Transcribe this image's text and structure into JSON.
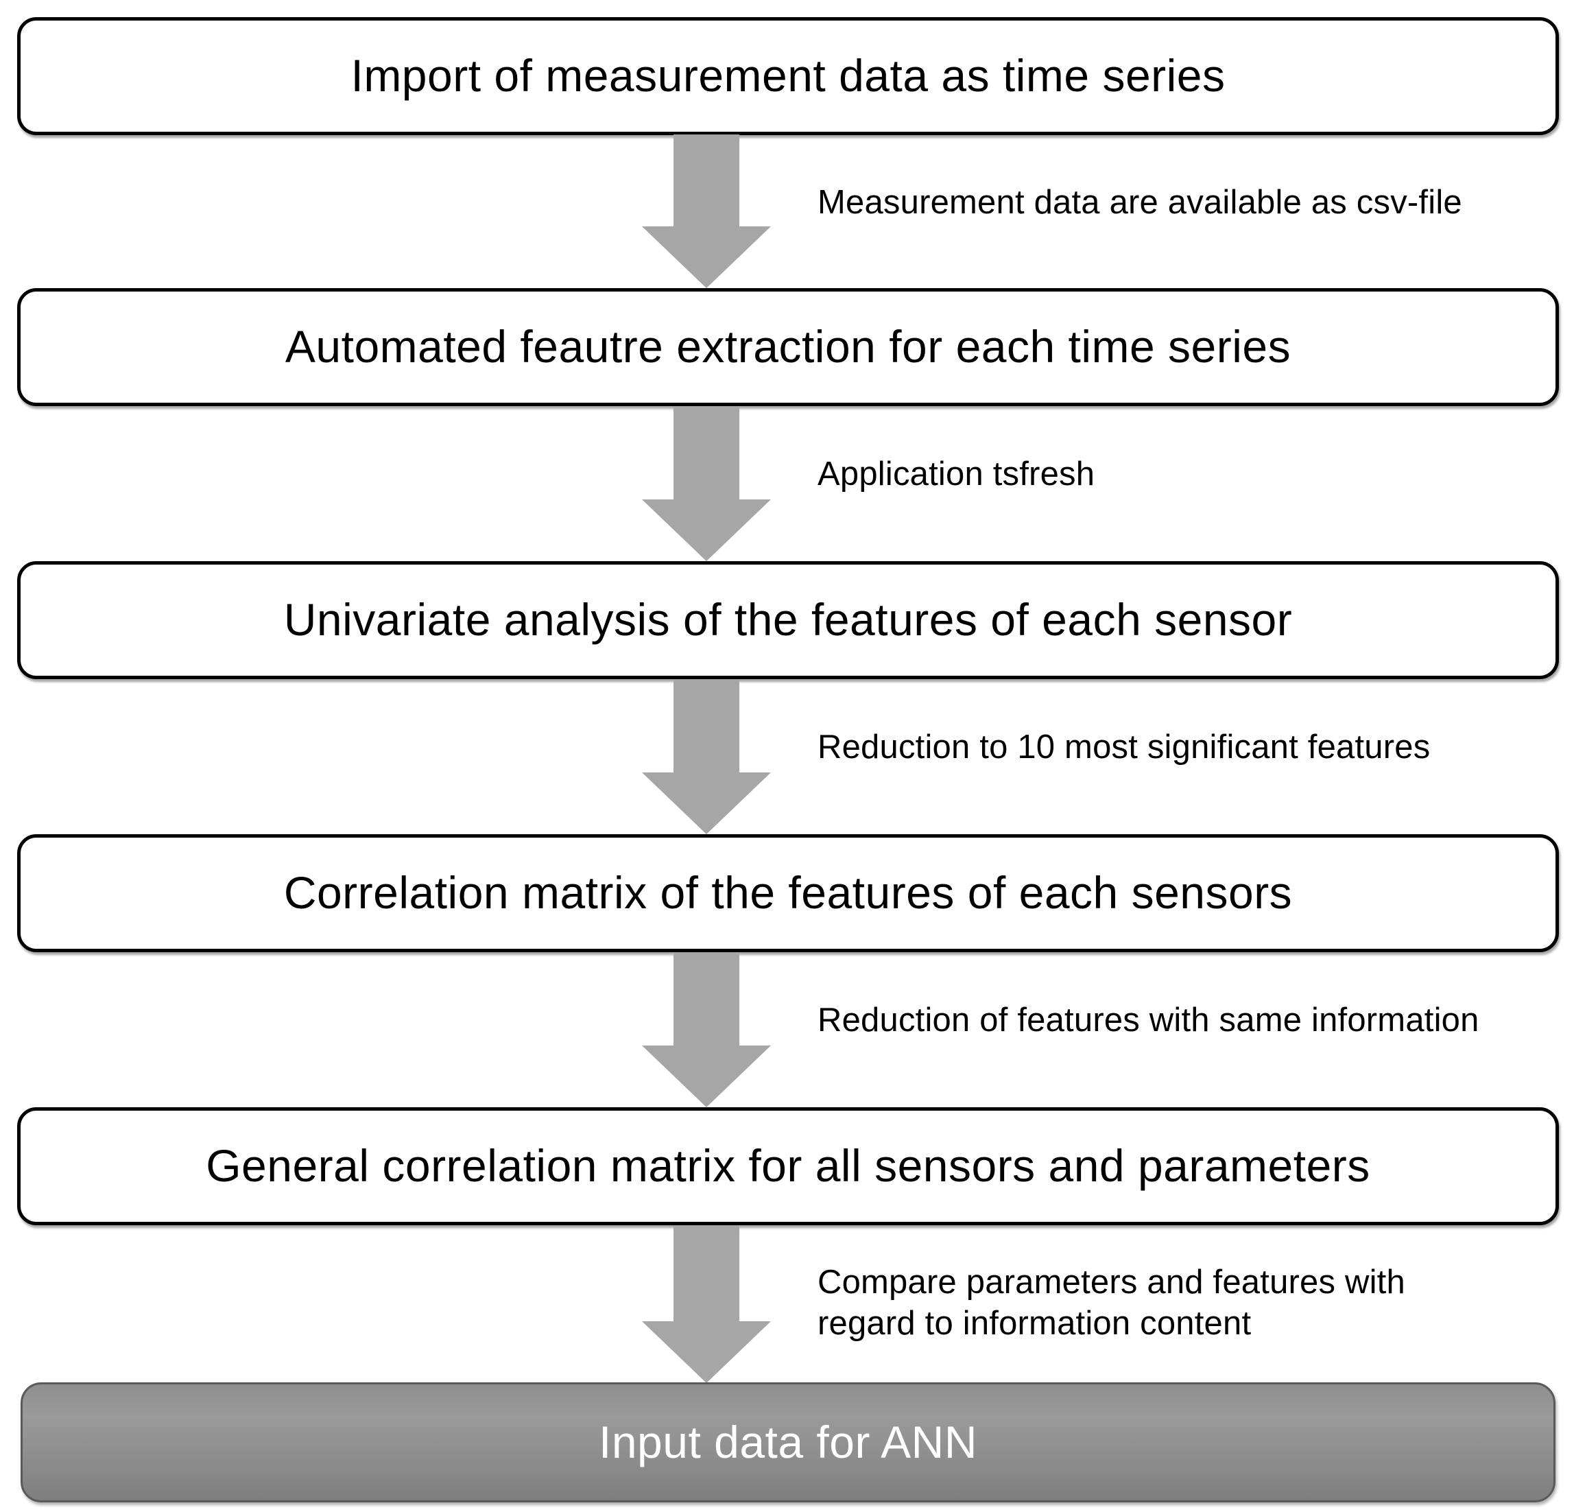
{
  "diagram": {
    "type": "flowchart",
    "orientation": "vertical",
    "colors": {
      "box_border": "#000000",
      "box_fill": "#ffffff",
      "arrow_fill": "#a6a6a6",
      "terminal_fill": "#8c8c8c",
      "terminal_text": "#ffffff",
      "text": "#000000"
    },
    "nodes": [
      {
        "id": "import",
        "label": "Import of measurement data as time series",
        "style": "process"
      },
      {
        "id": "extraction",
        "label": "Automated  feautre  extraction  for each  time  series",
        "style": "process"
      },
      {
        "id": "univariate",
        "label": "Univariate  analysis  of the  features  of each  sensor",
        "style": "process"
      },
      {
        "id": "corr_matrix",
        "label": "Correlation  matrix  of the  features  of each  sensors",
        "style": "process"
      },
      {
        "id": "general_matrix",
        "label": "General  correlation  matrix for all  sensors and  parameters",
        "style": "process"
      },
      {
        "id": "ann_input",
        "label": "Input  data for ANN",
        "style": "terminal"
      }
    ],
    "edges": [
      {
        "from": "import",
        "to": "extraction",
        "label": "Measurement data are available  as csv-file",
        "icon": "down-arrow-icon"
      },
      {
        "from": "extraction",
        "to": "univariate",
        "label": "Application  tsfresh",
        "icon": "down-arrow-icon"
      },
      {
        "from": "univariate",
        "to": "corr_matrix",
        "label": "Reduction to 10 most significant  features",
        "icon": "down-arrow-icon"
      },
      {
        "from": "corr_matrix",
        "to": "general_matrix",
        "label": "Reduction of features with  same information",
        "icon": "down-arrow-icon"
      },
      {
        "from": "general_matrix",
        "to": "ann_input",
        "label": "Compare parameters and features with\nregard to information content",
        "icon": "down-arrow-icon"
      }
    ]
  }
}
